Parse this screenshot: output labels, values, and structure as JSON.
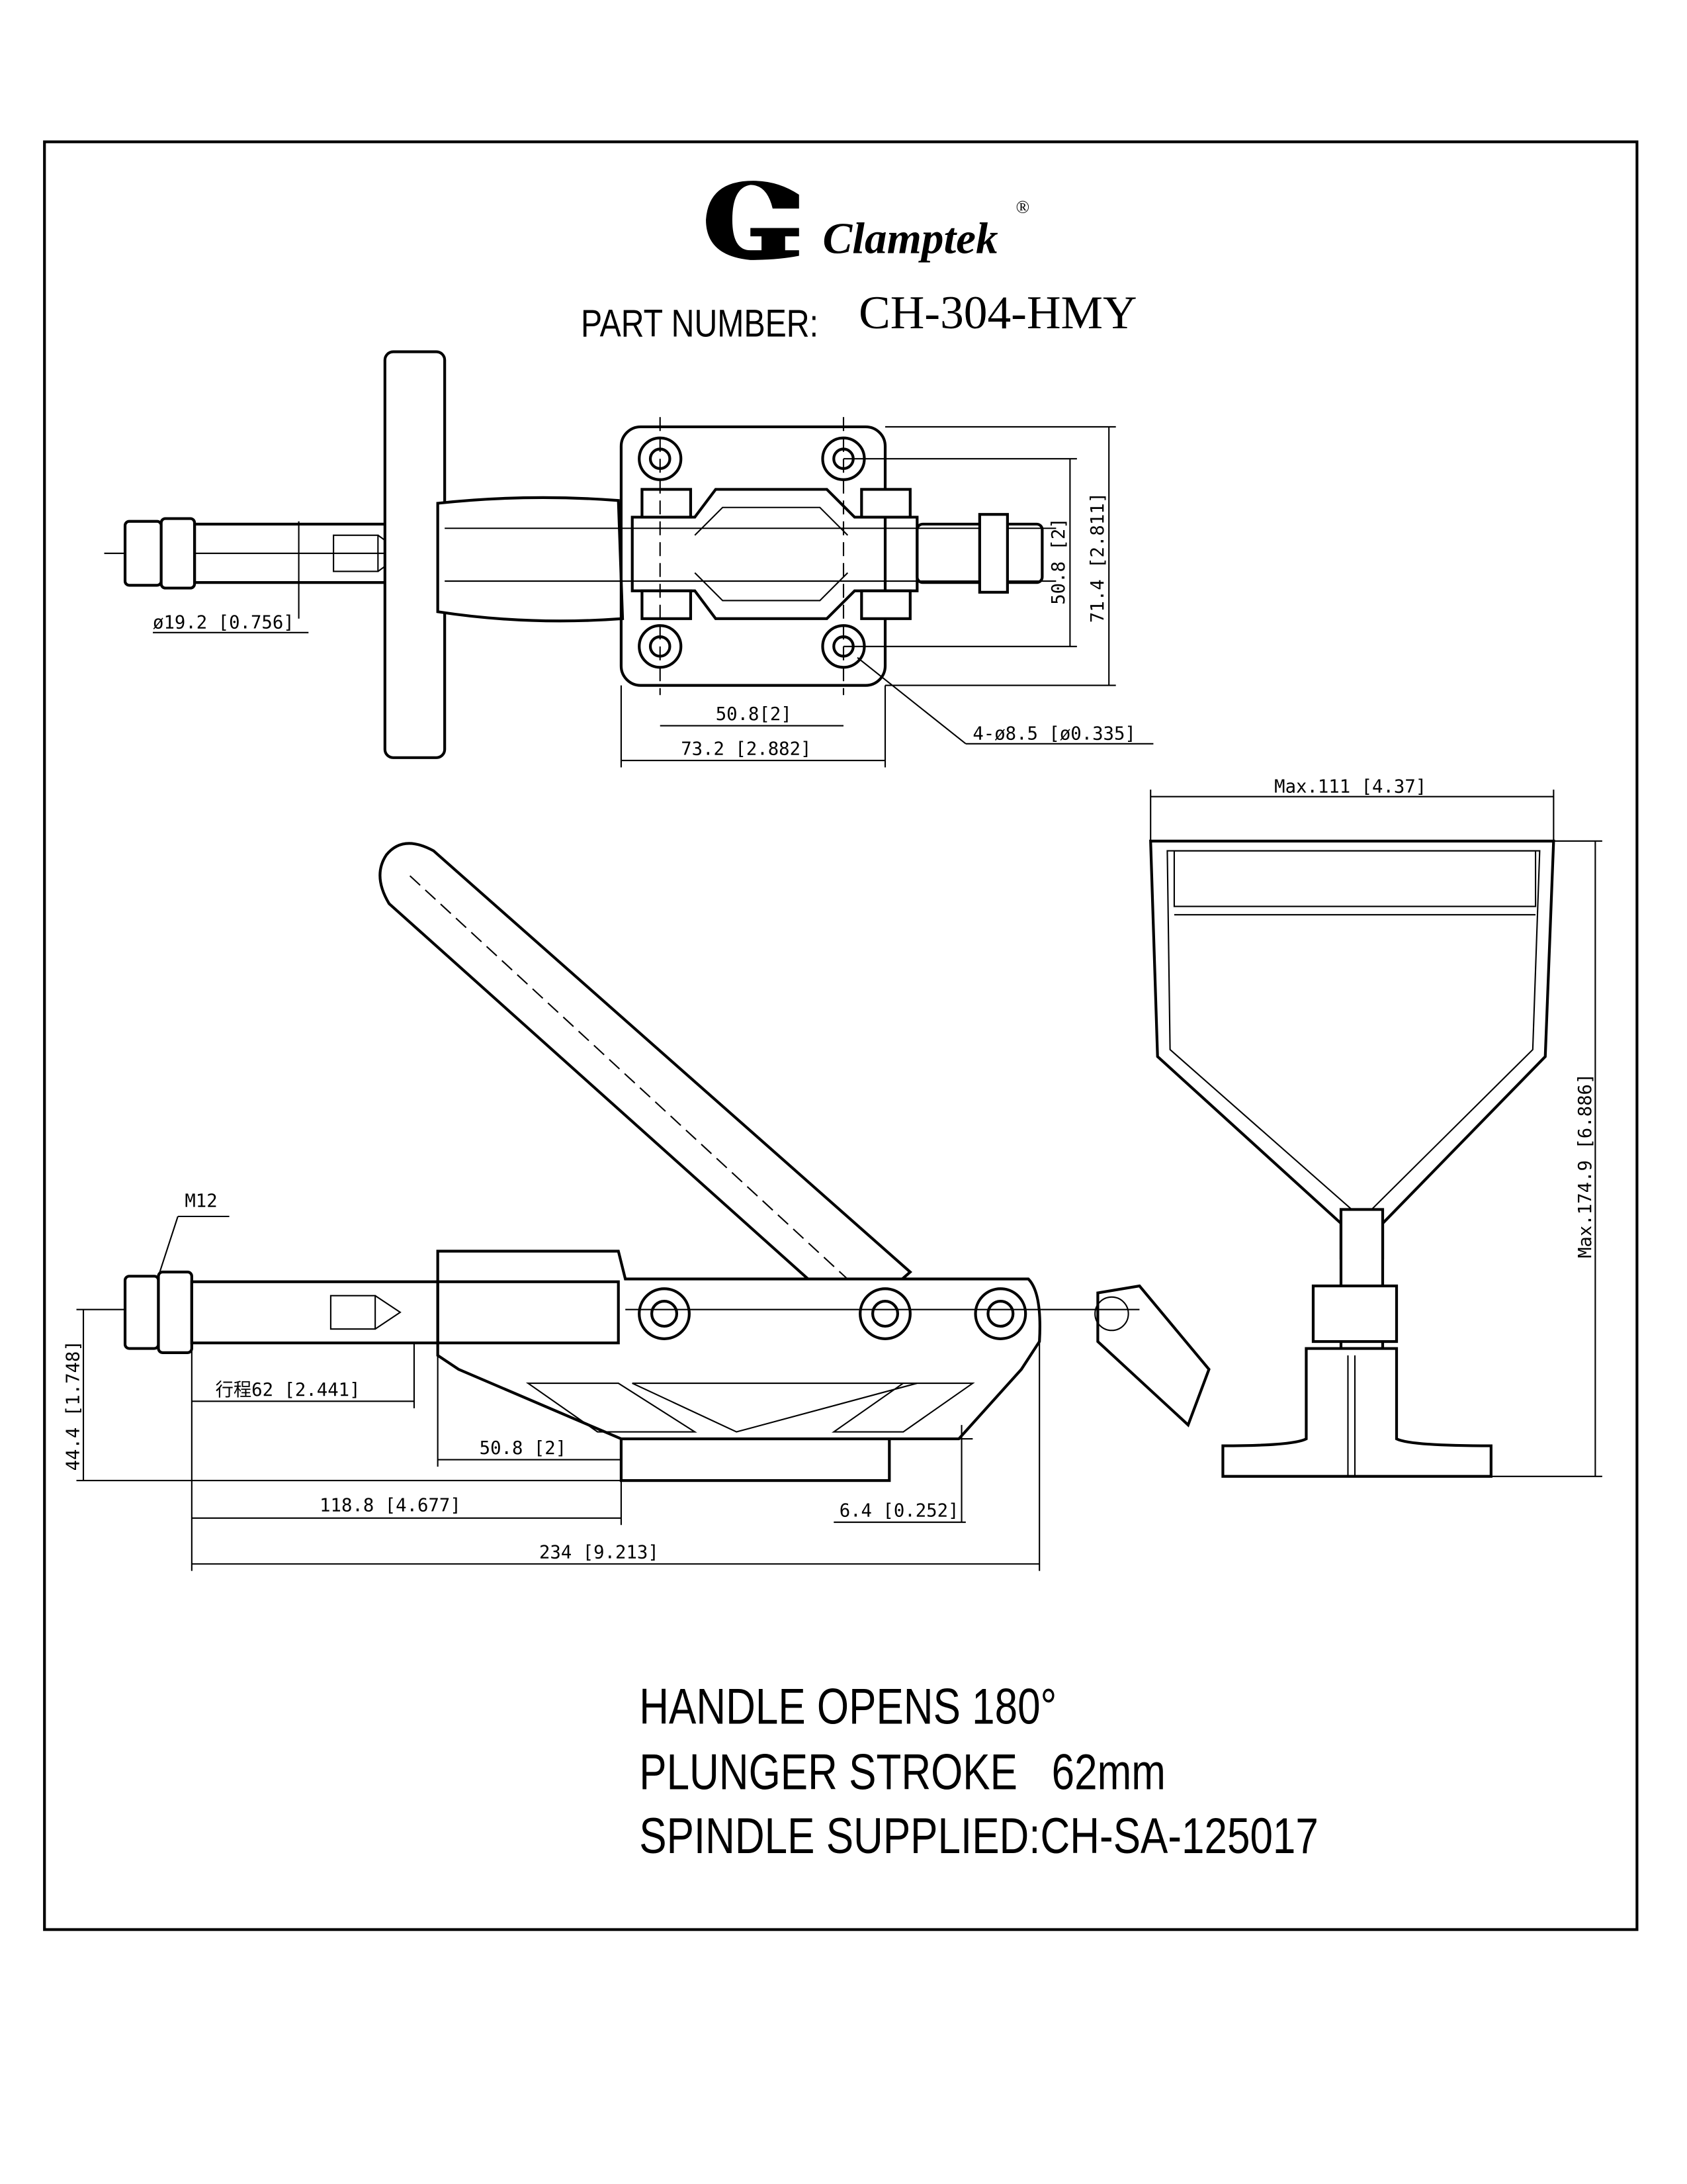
{
  "header": {
    "brand": "Clamptek",
    "registered_mark": "®",
    "part_label": "PART NUMBER:",
    "part_number": "CH-304-HMY"
  },
  "top_view": {
    "dims": {
      "rod_dia": "ø19.2 [0.756]",
      "hole_spacing_x": "50.8[2]",
      "base_width": "73.2 [2.882]",
      "holes": "4-ø8.5 [ø0.335]",
      "hole_spacing_y": "50.8 [2]",
      "base_height": "71.4 [2.811]"
    }
  },
  "side_view": {
    "dims": {
      "thread": "M12",
      "height": "44.4 [1.748]",
      "stroke": "行程62 [2.441]",
      "hole_spacing": "50.8 [2]",
      "to_base": "118.8 [4.677]",
      "plate_thickness": "6.4 [0.252]",
      "overall_length": "234 [9.213]"
    }
  },
  "end_view": {
    "dims": {
      "max_width": "Max.111 [4.37]",
      "max_height": "Max.174.9 [6.886]"
    }
  },
  "notes": [
    "HANDLE OPENS 180°",
    "PLUNGER STROKE   62mm",
    "SPINDLE SUPPLIED:CH-SA-125017"
  ]
}
